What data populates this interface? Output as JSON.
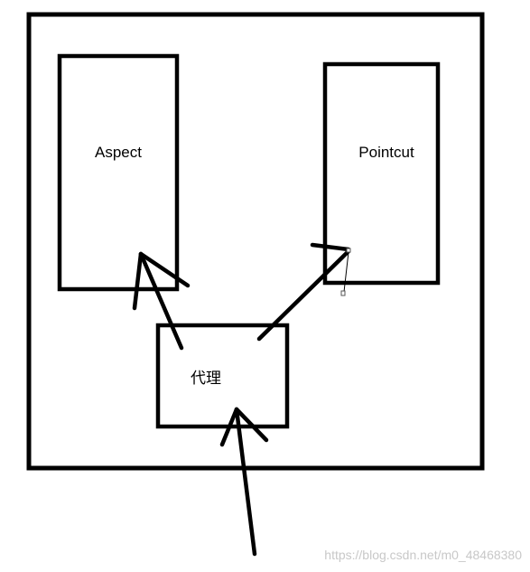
{
  "diagram": {
    "nodes": [
      {
        "label": "Aspect"
      },
      {
        "label": "Pointcut"
      },
      {
        "label": "代理"
      }
    ],
    "watermark": "https://blog.csdn.net/m0_48468380"
  },
  "colors": {
    "stroke": "#000000",
    "background": "#ffffff",
    "watermark": "#c8c8c8"
  }
}
